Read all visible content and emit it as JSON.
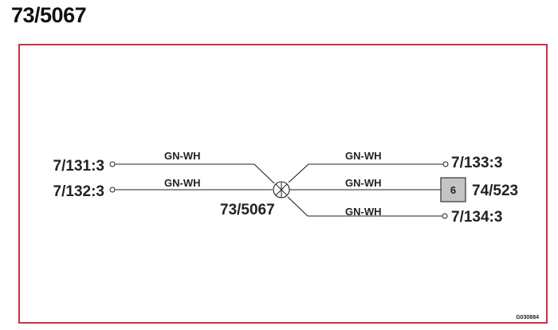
{
  "title": "73/5067",
  "diagram": {
    "splice_label": "73/5067",
    "connectors": {
      "left_top": "7/131:3",
      "left_bottom": "7/132:3",
      "right_top": "7/133:3",
      "right_middle": "74/523",
      "right_bottom": "7/134:3"
    },
    "box_number": "6",
    "wires": {
      "left_top": "GN-WH",
      "left_bottom": "GN-WH",
      "right_top": "GN-WH",
      "right_middle": "GN-WH",
      "right_bottom": "GN-WH"
    },
    "figure_code": "G030884",
    "colors": {
      "frame": "#c8304a",
      "box_fill": "#c4c4c4",
      "line": "#222222"
    }
  }
}
